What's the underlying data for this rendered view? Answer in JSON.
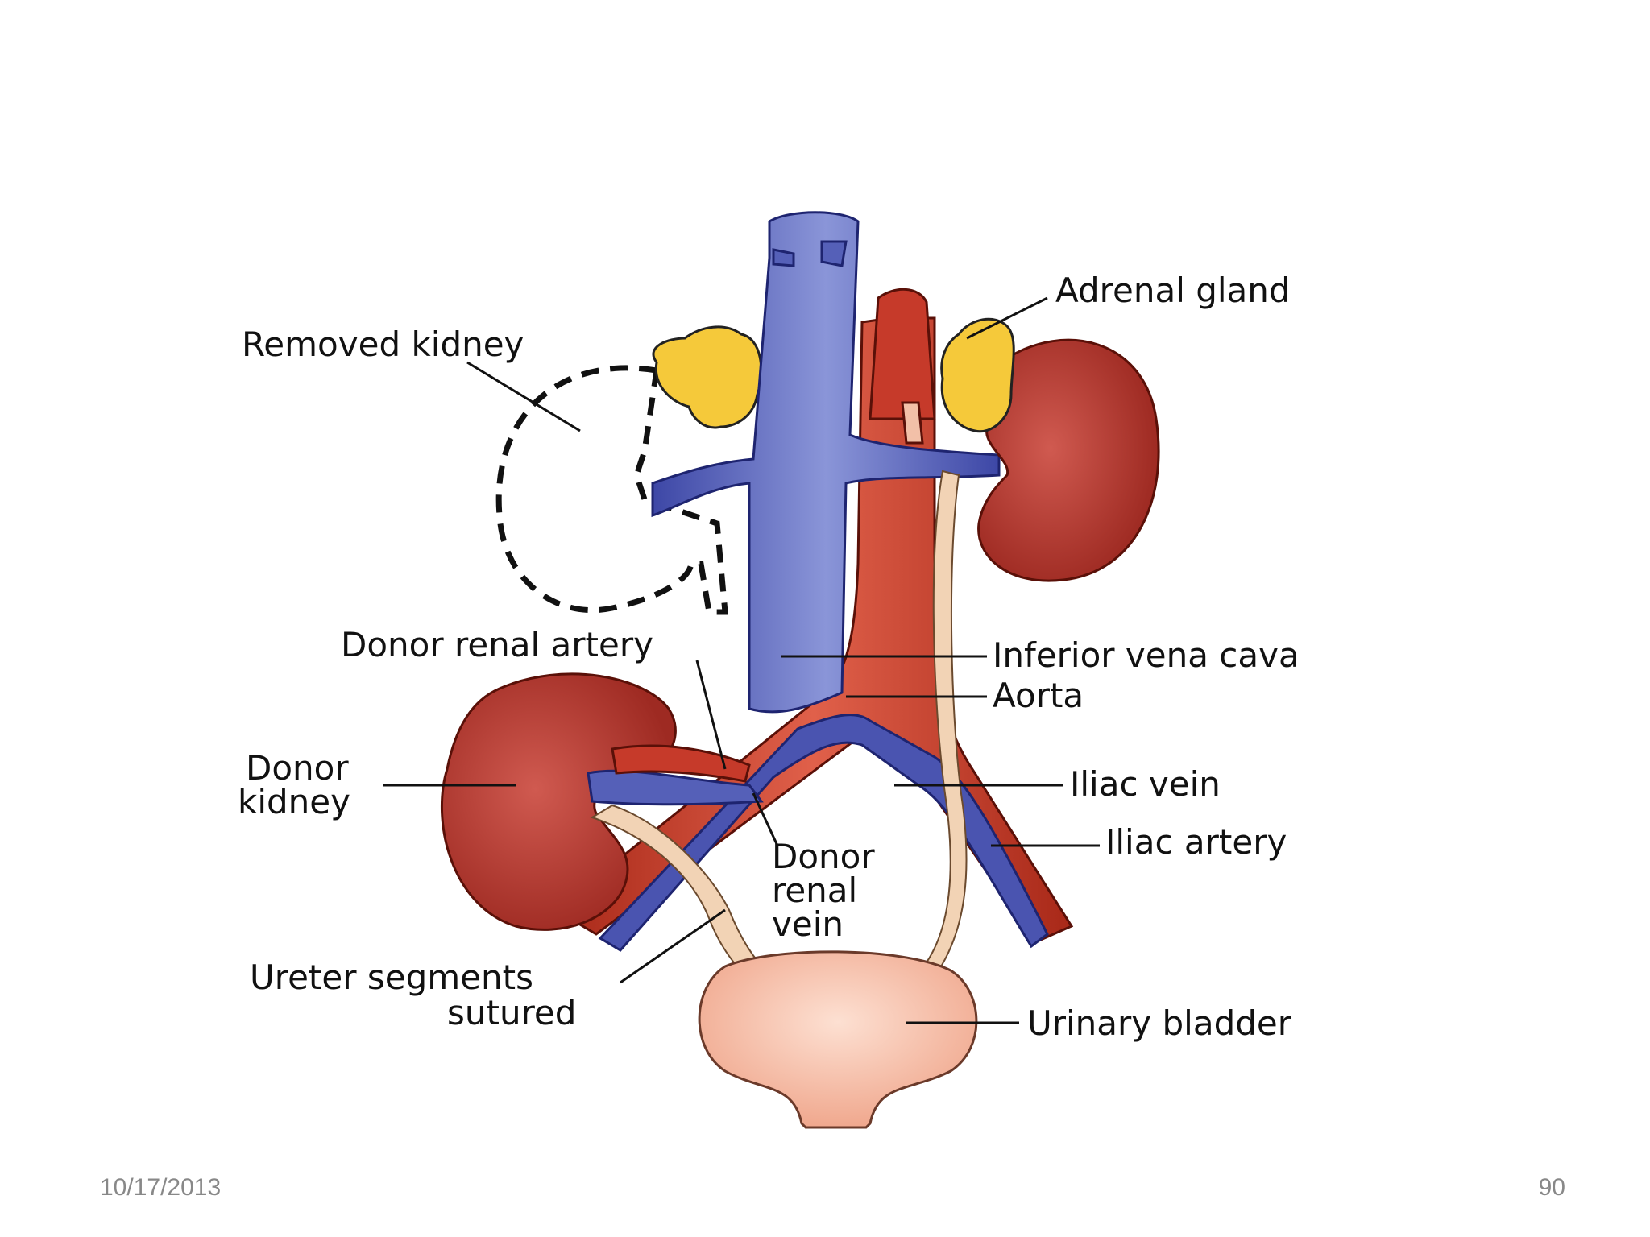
{
  "labels": {
    "removed_kidney": "Removed kidney",
    "adrenal_gland": "Adrenal gland",
    "donor_renal_artery": "Donor renal artery",
    "inferior_vena_cava": "Inferior vena cava",
    "aorta": "Aorta",
    "donor_kidney": [
      "Donor",
      "kidney"
    ],
    "iliac_vein": "Iliac vein",
    "iliac_artery": "Iliac artery",
    "donor_renal_vein": [
      "Donor",
      "renal",
      "vein"
    ],
    "ureter_segments_sutured": [
      "Ureter segments",
      "sutured"
    ],
    "urinary_bladder": "Urinary bladder"
  },
  "footer": {
    "date": "10/17/2013",
    "page": "90"
  },
  "colors": {
    "vein": "#5560b8",
    "artery": "#c63a2a",
    "kidney": "#b3372e",
    "adrenal": "#f5c93a",
    "ureter": "#f2d3b5",
    "bladder": "#f4b8a0"
  }
}
